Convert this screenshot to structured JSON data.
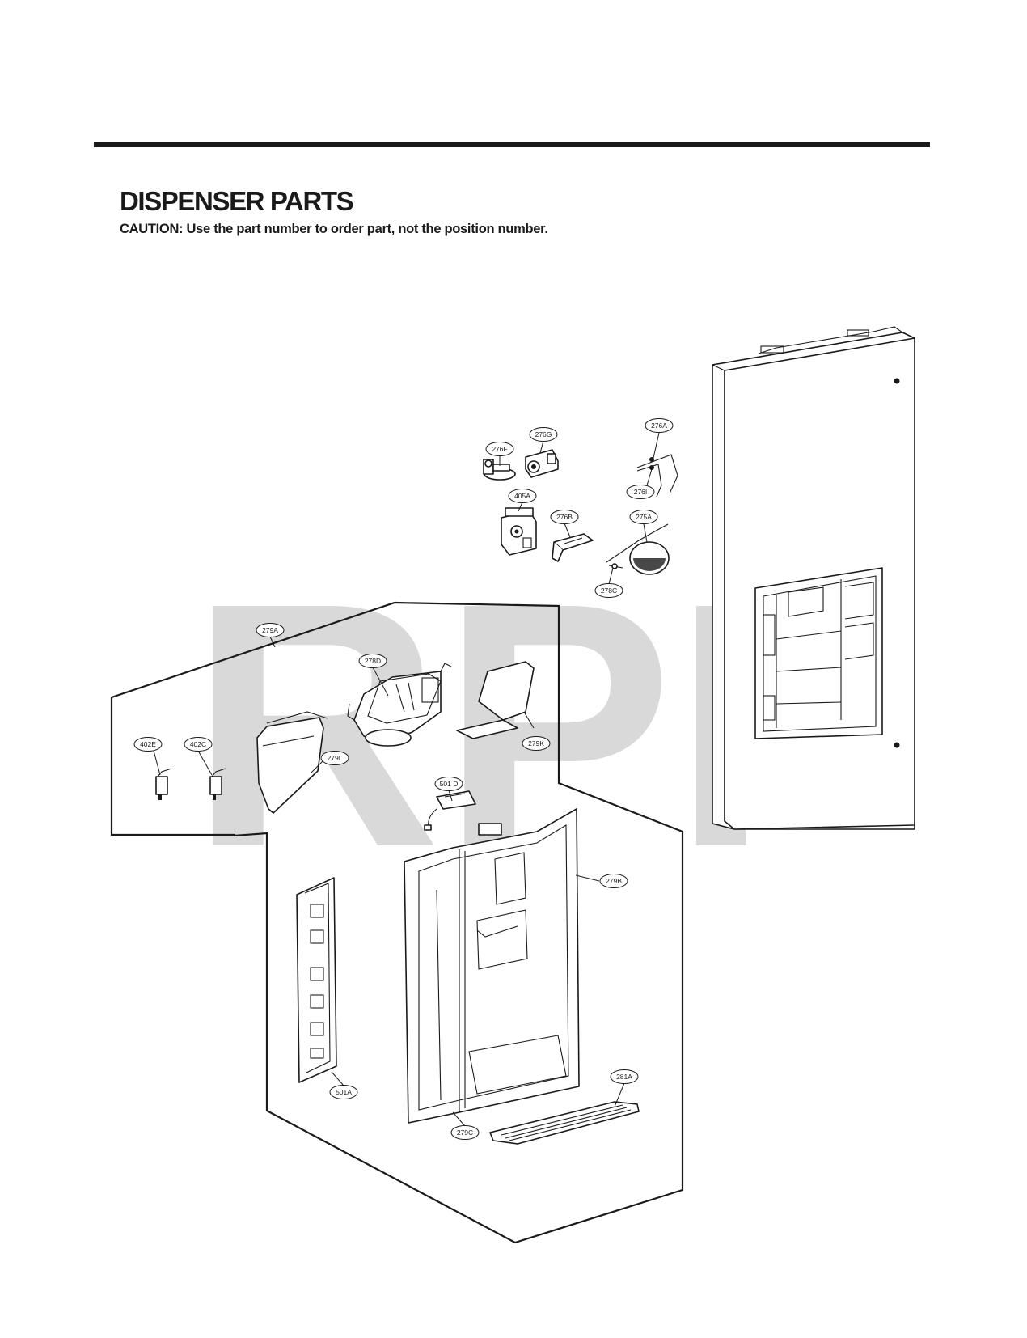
{
  "header": {
    "title": "DISPENSER PARTS",
    "caution": "CAUTION: Use the part number to order part, not the position number."
  },
  "watermark": "RPI",
  "callouts": [
    {
      "id": "276A",
      "label": "276A"
    },
    {
      "id": "276G",
      "label": "276G"
    },
    {
      "id": "276F",
      "label": "276F"
    },
    {
      "id": "276I",
      "label": "276I"
    },
    {
      "id": "405A",
      "label": "405A"
    },
    {
      "id": "276B",
      "label": "276B"
    },
    {
      "id": "275A",
      "label": "275A"
    },
    {
      "id": "278C",
      "label": "278C"
    },
    {
      "id": "279A",
      "label": "279A"
    },
    {
      "id": "278D",
      "label": "278D"
    },
    {
      "id": "279K",
      "label": "279K"
    },
    {
      "id": "402E",
      "label": "402E"
    },
    {
      "id": "402C",
      "label": "402C"
    },
    {
      "id": "279L",
      "label": "279L"
    },
    {
      "id": "501D",
      "label": "501 D"
    },
    {
      "id": "279B",
      "label": "279B"
    },
    {
      "id": "501A",
      "label": "501A"
    },
    {
      "id": "281A",
      "label": "281A"
    },
    {
      "id": "279C",
      "label": "279C"
    }
  ],
  "colors": {
    "ink": "#1a1a1a",
    "watermark": "#d9d9d9",
    "background": "#ffffff"
  }
}
